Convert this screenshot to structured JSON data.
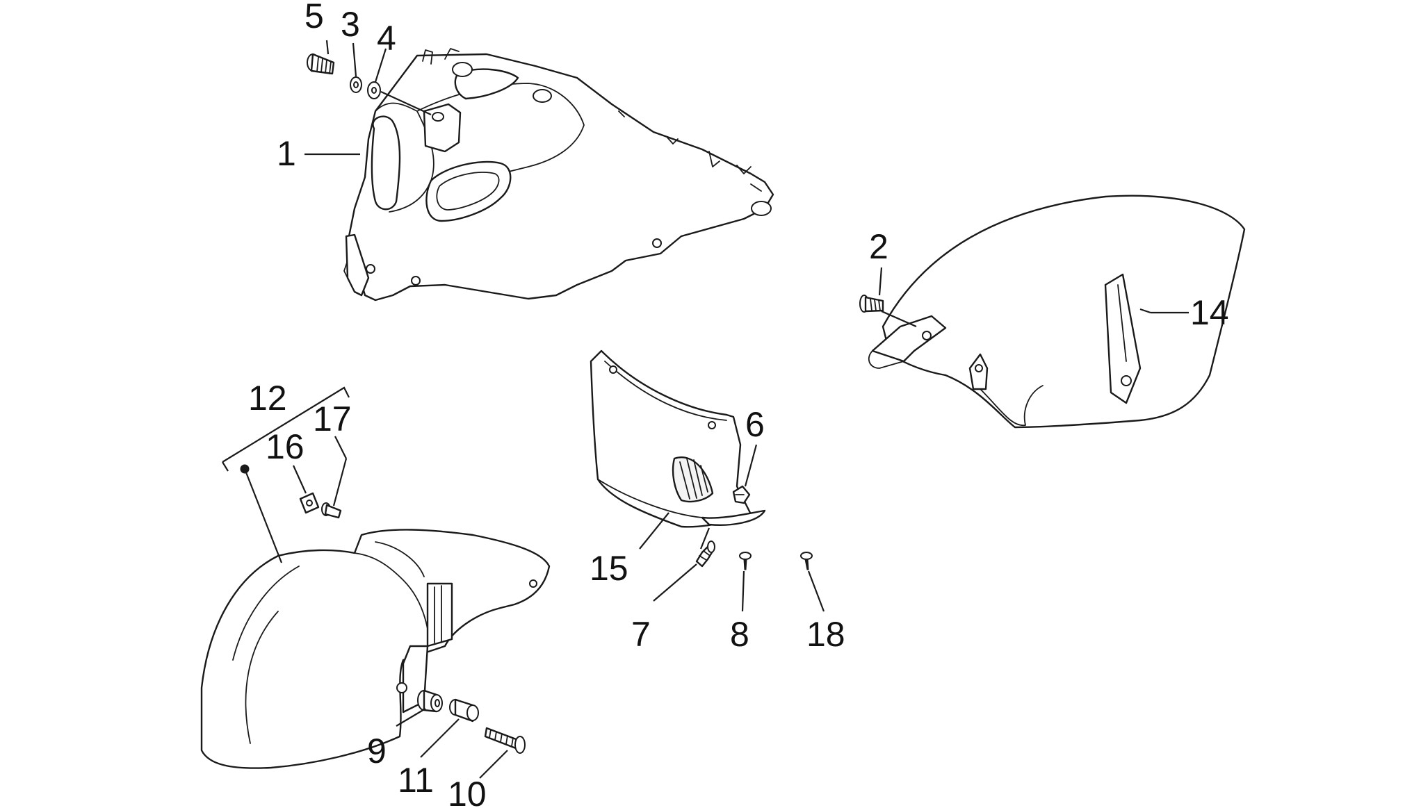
{
  "callouts": [
    {
      "id": "1",
      "label": "1"
    },
    {
      "id": "2",
      "label": "2"
    },
    {
      "id": "3",
      "label": "3"
    },
    {
      "id": "4",
      "label": "4"
    },
    {
      "id": "5",
      "label": "5"
    },
    {
      "id": "6",
      "label": "6"
    },
    {
      "id": "7",
      "label": "7"
    },
    {
      "id": "8",
      "label": "8"
    },
    {
      "id": "9",
      "label": "9"
    },
    {
      "id": "10",
      "label": "10"
    },
    {
      "id": "11",
      "label": "11"
    },
    {
      "id": "12",
      "label": "12"
    },
    {
      "id": "14",
      "label": "14"
    },
    {
      "id": "15",
      "label": "15"
    },
    {
      "id": "16",
      "label": "16"
    },
    {
      "id": "17",
      "label": "17"
    },
    {
      "id": "18",
      "label": "18"
    }
  ],
  "colors": {
    "line": "#1a1a1a",
    "background": "#ffffff"
  }
}
